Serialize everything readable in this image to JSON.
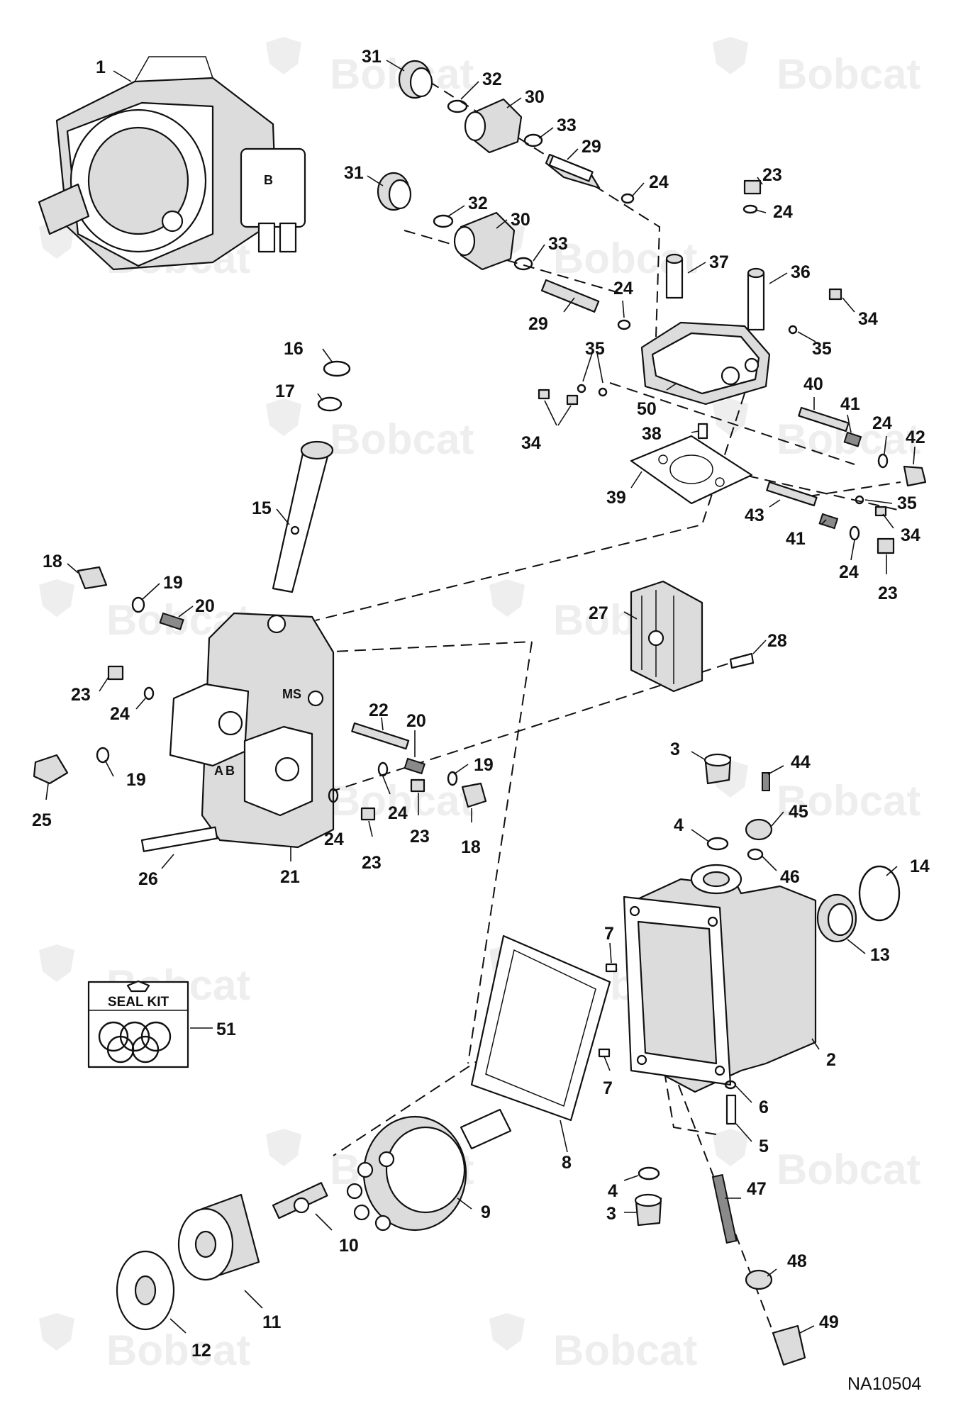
{
  "watermark": {
    "brand": "Bobcat"
  },
  "drawing_ref": "NA10504",
  "seal_kit": {
    "title": "SEAL KIT",
    "number": "51"
  },
  "port_letters": {
    "a": "A",
    "b": "B",
    "ms": "MS"
  },
  "callouts": [
    {
      "num": "1"
    },
    {
      "num": "31"
    },
    {
      "num": "32"
    },
    {
      "num": "30"
    },
    {
      "num": "33"
    },
    {
      "num": "29"
    },
    {
      "num": "24"
    },
    {
      "num": "31"
    },
    {
      "num": "32"
    },
    {
      "num": "30"
    },
    {
      "num": "33"
    },
    {
      "num": "29"
    },
    {
      "num": "24"
    },
    {
      "num": "23"
    },
    {
      "num": "24"
    },
    {
      "num": "37"
    },
    {
      "num": "36"
    },
    {
      "num": "34"
    },
    {
      "num": "35"
    },
    {
      "num": "35"
    },
    {
      "num": "50"
    },
    {
      "num": "34"
    },
    {
      "num": "40"
    },
    {
      "num": "41"
    },
    {
      "num": "24"
    },
    {
      "num": "42"
    },
    {
      "num": "38"
    },
    {
      "num": "39"
    },
    {
      "num": "35"
    },
    {
      "num": "34"
    },
    {
      "num": "43"
    },
    {
      "num": "41"
    },
    {
      "num": "24"
    },
    {
      "num": "23"
    },
    {
      "num": "16"
    },
    {
      "num": "17"
    },
    {
      "num": "15"
    },
    {
      "num": "18"
    },
    {
      "num": "19"
    },
    {
      "num": "20"
    },
    {
      "num": "27"
    },
    {
      "num": "28"
    },
    {
      "num": "23"
    },
    {
      "num": "24"
    },
    {
      "num": "22"
    },
    {
      "num": "20"
    },
    {
      "num": "19"
    },
    {
      "num": "19"
    },
    {
      "num": "25"
    },
    {
      "num": "24"
    },
    {
      "num": "24"
    },
    {
      "num": "23"
    },
    {
      "num": "23"
    },
    {
      "num": "18"
    },
    {
      "num": "26"
    },
    {
      "num": "21"
    },
    {
      "num": "3"
    },
    {
      "num": "44"
    },
    {
      "num": "4"
    },
    {
      "num": "45"
    },
    {
      "num": "46"
    },
    {
      "num": "14"
    },
    {
      "num": "7"
    },
    {
      "num": "13"
    },
    {
      "num": "7"
    },
    {
      "num": "2"
    },
    {
      "num": "6"
    },
    {
      "num": "5"
    },
    {
      "num": "8"
    },
    {
      "num": "9"
    },
    {
      "num": "4"
    },
    {
      "num": "3"
    },
    {
      "num": "47"
    },
    {
      "num": "10"
    },
    {
      "num": "48"
    },
    {
      "num": "11"
    },
    {
      "num": "49"
    },
    {
      "num": "12"
    }
  ]
}
